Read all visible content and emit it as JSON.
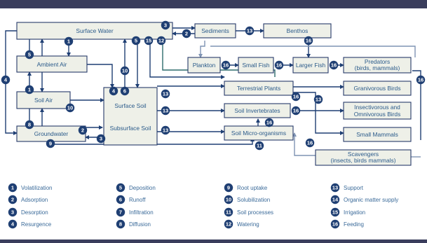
{
  "nodes": {
    "surface_water": "Surface Water",
    "sediments": "Sediments",
    "benthos": "Benthos",
    "ambient_air": "Ambient Air",
    "plankton": "Plankton",
    "small_fish": "Small Fish",
    "larger_fish": "Larger Fish",
    "predators_1": "Predators",
    "predators_2": "(birds, mammals)",
    "soil_air": "Soil Air",
    "surface_soil": "Surface Soil",
    "subsurface_soil": "Subsurface Soil",
    "terrestrial_plants": "Terrestrial Plants",
    "granivorous_birds": "Granivorous Birds",
    "soil_invertebrates": "Soil Invertebrates",
    "insectivorous_1": "Insectivorous and",
    "insectivorous_2": "Omnivorous Birds",
    "groundwater": "Groundwater",
    "soil_microorganisms": "Soil Micro-organisms",
    "small_mammals": "Small Mammals",
    "scavengers_1": "Scavengers",
    "scavengers_2": "(insects, birds mammals)"
  },
  "legend": [
    {
      "num": "1",
      "label": "Volatilization"
    },
    {
      "num": "2",
      "label": "Adsorption"
    },
    {
      "num": "3",
      "label": "Desorption"
    },
    {
      "num": "4",
      "label": "Resurgence"
    },
    {
      "num": "5",
      "label": "Deposition"
    },
    {
      "num": "6",
      "label": "Runoff"
    },
    {
      "num": "7",
      "label": "Infiltration"
    },
    {
      "num": "8",
      "label": "Diffusion"
    },
    {
      "num": "9",
      "label": "Root uptake"
    },
    {
      "num": "10",
      "label": "Solubilization"
    },
    {
      "num": "11",
      "label": "Soil processes"
    },
    {
      "num": "12",
      "label": "Watering"
    },
    {
      "num": "13",
      "label": "Support"
    },
    {
      "num": "14",
      "label": "Organic matter supply"
    },
    {
      "num": "15",
      "label": "Irrigation"
    },
    {
      "num": "16",
      "label": "Feeding"
    }
  ],
  "colors": {
    "frame_bar": "#3a3d5c",
    "node_fill": "#eef0e8",
    "node_border": "#263a6a",
    "badge": "#1f3f73",
    "label_text": "#2a5a8a",
    "legend_text": "#3a6a99"
  }
}
